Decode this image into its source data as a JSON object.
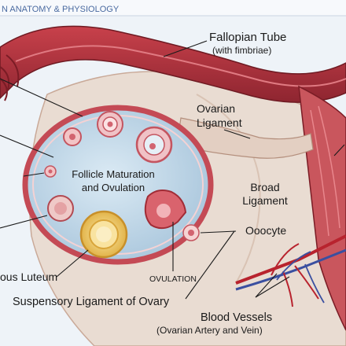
{
  "header": {
    "text": "N ANATOMY & PHYSIOLOGY",
    "color": "#4a6aa0"
  },
  "labels": {
    "fallopian_tube": "Fallopian Tube",
    "fallopian_tube_sub": "(with fimbriae)",
    "ovarian_ligament_1": "Ovarian",
    "ovarian_ligament_2": "Ligament",
    "follicle_1": "Follicle Maturation",
    "follicle_2": "and Ovulation",
    "broad_ligament_1": "Broad",
    "broad_ligament_2": "Ligament",
    "oocyte": "Ooocyte",
    "corpus_luteum": "ous Luteum",
    "ovulation": "OVULATION",
    "suspensory": "Suspensory Ligament of Ovary",
    "blood_vessels": "Blood Vessels",
    "blood_vessels_sub": "(Ovarian Artery and Vein)"
  },
  "colors": {
    "background": "#eef3f8",
    "ovary": "#c5dbea",
    "tube": "#a8303a",
    "ligament": "#e9dcd2",
    "corpus_luteum": "#f2cf68"
  }
}
